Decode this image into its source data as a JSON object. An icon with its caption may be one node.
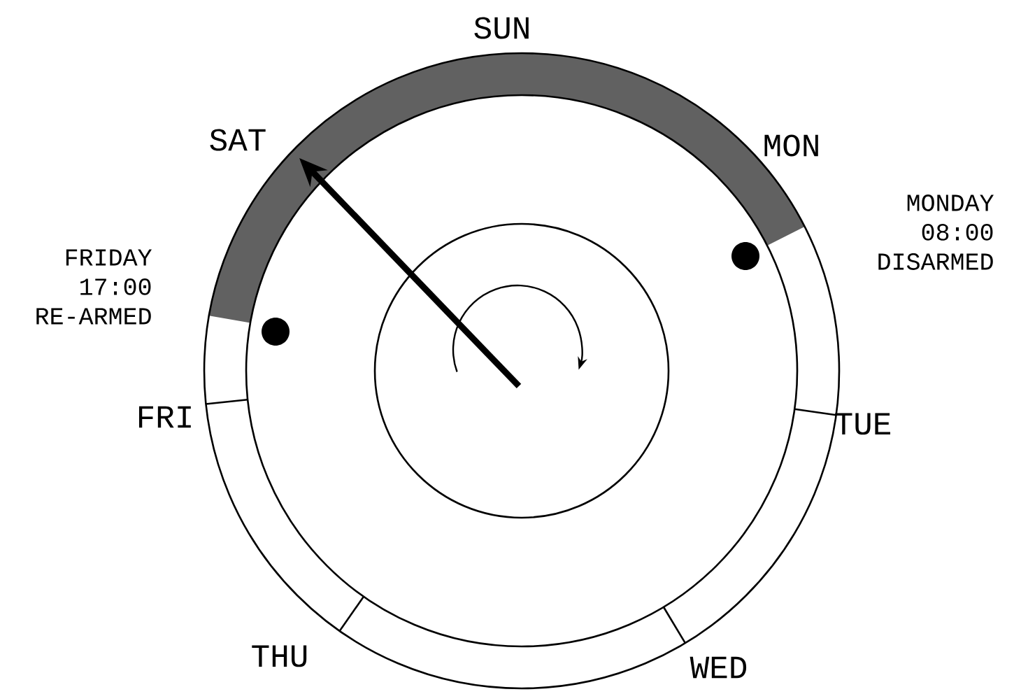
{
  "diagram": {
    "labels": [
      "SUN",
      "SAT",
      "MON",
      "MONDAY 08:00 DISARMED",
      "FRIDAY 17:00 RE-ARMED",
      "FRI",
      "TUE",
      "THU",
      "WED"
    ]
  }
}
